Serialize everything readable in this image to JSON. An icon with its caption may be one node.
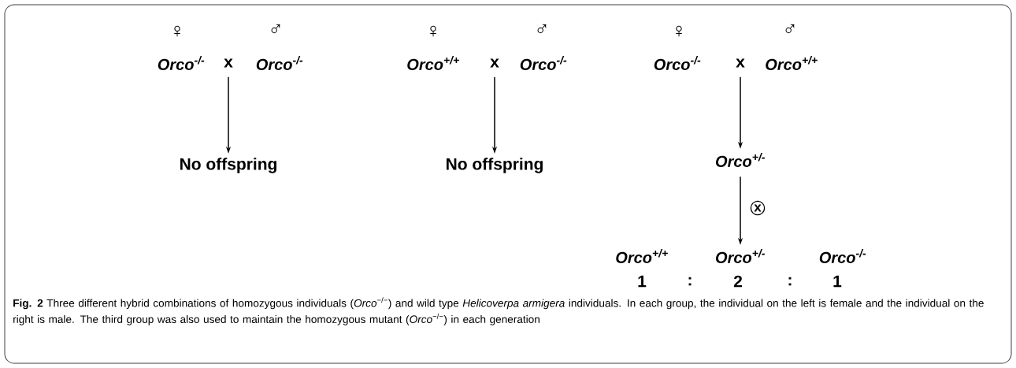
{
  "diagram": {
    "caption": "**Fig. 2** Three different hybrid combinations of homozygous individuals (*Orco*$^{−/−}$) and wild type *Helicoverpa armigera* individuals. In each group, the individual on the left is female and the individual on the right is male. The third group was also used to maintain the homozygous mutant (*Orco*$^{−/−}$) in each generation",
    "nodes": [
      {
        "text": [
          "x"
        ]
      },
      {
        "text": [
          "x"
        ]
      },
      {
        "text": [
          "x"
        ]
      },
      {
        "text": [
          "No offspring"
        ]
      },
      {
        "text": [
          "No offspring"
        ]
      },
      {
        "text": [
          "Orco$^{+/-}$"
        ]
      },
      {
        "text": [
          "Orco$^{+/-}$"
        ]
      }
    ],
    "edges": [
      {
        "from": 0,
        "to": 3,
        "arrow": "to"
      },
      {
        "from": 1,
        "to": 4,
        "arrow": "to"
      },
      {
        "from": 2,
        "to": 5,
        "arrow": "to"
      },
      {
        "from": 5,
        "to": 6,
        "arrow": "to",
        "label": "x"
      }
    ],
    "labels": [
      "♀",
      "♂",
      "♀",
      "♂",
      "♀",
      "♂",
      "Orco$^{-/-}$",
      "Orco$^{-/-}$",
      "Orco$^{+/+}$",
      "Orco$^{-/-}$",
      "Orco$^{-/-}$",
      "Orco$^{+/+}$",
      "Orco$^{+/+}$",
      "Orco$^{-/-}$",
      "1",
      ":",
      "2",
      ":",
      "1"
    ]
  }
}
